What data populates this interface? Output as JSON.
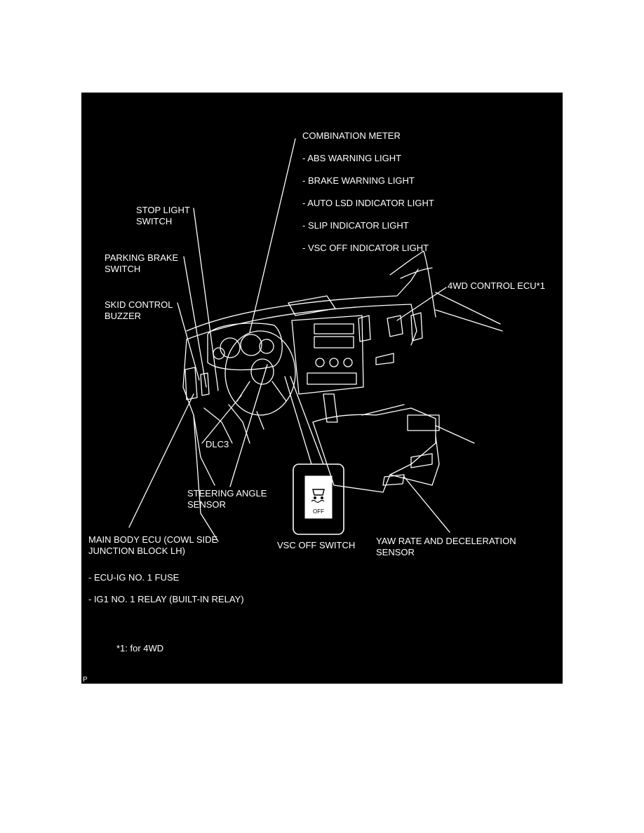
{
  "colors": {
    "background": "#000000",
    "ink": "#ffffff",
    "page": "#ffffff"
  },
  "labels": {
    "combination_meter": "COMBINATION METER",
    "abs_warning_light": "- ABS WARNING LIGHT",
    "brake_warning_light": "- BRAKE WARNING LIGHT",
    "auto_lsd_indicator_light": "- AUTO LSD INDICATOR LIGHT",
    "slip_indicator_light": "- SLIP INDICATOR LIGHT",
    "vsc_off_indicator_light": "- VSC OFF INDICATOR LIGHT",
    "stop_light_switch": "STOP LIGHT\nSWITCH",
    "parking_brake_switch": "PARKING BRAKE\nSWITCH",
    "skid_control_buzzer": "SKID CONTROL\nBUZZER",
    "fourwd_control_ecu": "4WD CONTROL ECU*1",
    "dlc3": "DLC3",
    "steering_angle_sensor": "STEERING ANGLE\nSENSOR",
    "main_body_ecu": "MAIN BODY ECU (COWL SIDE\nJUNCTION BLOCK LH)",
    "ecu_ig_fuse": "- ECU-IG NO. 1 FUSE",
    "ig1_relay": "- IG1 NO. 1 RELAY (BUILT-IN RELAY)",
    "vsc_off_switch": "VSC OFF SWITCH",
    "yaw_rate_sensor": "YAW RATE AND DECELERATION\nSENSOR",
    "footnote": "*1: for 4WD",
    "corner_mark": "P"
  },
  "switch_icon": {
    "name": "vsc-off-switch-icon",
    "text": "OFF"
  }
}
